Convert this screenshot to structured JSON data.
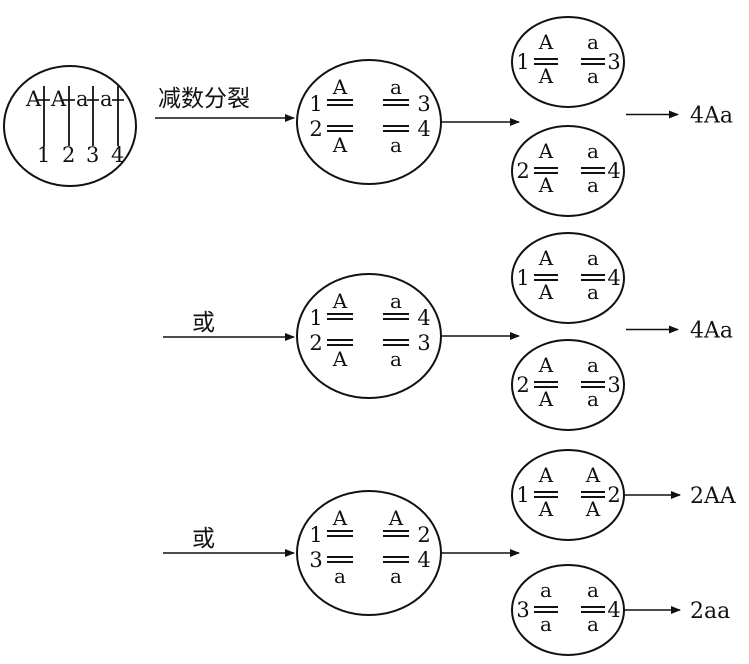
{
  "parent": {
    "alleles": [
      "A",
      "A",
      "a",
      "a"
    ],
    "numbers": [
      "1",
      "2",
      "3",
      "4"
    ]
  },
  "process_label": "减数分裂",
  "alt_label": "或",
  "rows": [
    {
      "mid": {
        "left": [
          {
            "num": "1",
            "top": "A",
            "bottom": ""
          },
          {
            "num": "2",
            "top": "",
            "bottom": "A"
          }
        ],
        "right": [
          {
            "num": "3",
            "top": "a",
            "bottom": ""
          },
          {
            "num": "4",
            "top": "",
            "bottom": "a"
          }
        ]
      },
      "cells": [
        {
          "lnum": "1",
          "ltop": "A",
          "lbot": "A",
          "rtop": "a",
          "rbot": "a",
          "rnum": "3"
        },
        {
          "lnum": "2",
          "ltop": "A",
          "lbot": "A",
          "rtop": "a",
          "rbot": "a",
          "rnum": "4"
        }
      ],
      "results": [
        "4Aa"
      ]
    },
    {
      "mid": {
        "left": [
          {
            "num": "1",
            "top": "A",
            "bottom": ""
          },
          {
            "num": "2",
            "top": "",
            "bottom": "A"
          }
        ],
        "right": [
          {
            "num": "4",
            "top": "a",
            "bottom": ""
          },
          {
            "num": "3",
            "top": "",
            "bottom": "a"
          }
        ]
      },
      "cells": [
        {
          "lnum": "1",
          "ltop": "A",
          "lbot": "A",
          "rtop": "a",
          "rbot": "a",
          "rnum": "4"
        },
        {
          "lnum": "2",
          "ltop": "A",
          "lbot": "A",
          "rtop": "a",
          "rbot": "a",
          "rnum": "3"
        }
      ],
      "results": [
        "4Aa"
      ]
    },
    {
      "mid": {
        "left": [
          {
            "num": "1",
            "top": "A",
            "bottom": ""
          },
          {
            "num": "3",
            "top": "",
            "bottom": "a"
          }
        ],
        "right": [
          {
            "num": "2",
            "top": "A",
            "bottom": ""
          },
          {
            "num": "4",
            "top": "",
            "bottom": "a"
          }
        ]
      },
      "cells": [
        {
          "lnum": "1",
          "ltop": "A",
          "lbot": "A",
          "rtop": "A",
          "rbot": "A",
          "rnum": "2"
        },
        {
          "lnum": "3",
          "ltop": "a",
          "lbot": "a",
          "rtop": "a",
          "rbot": "a",
          "rnum": "4"
        }
      ],
      "results": [
        "2AA",
        "2aa"
      ]
    }
  ]
}
